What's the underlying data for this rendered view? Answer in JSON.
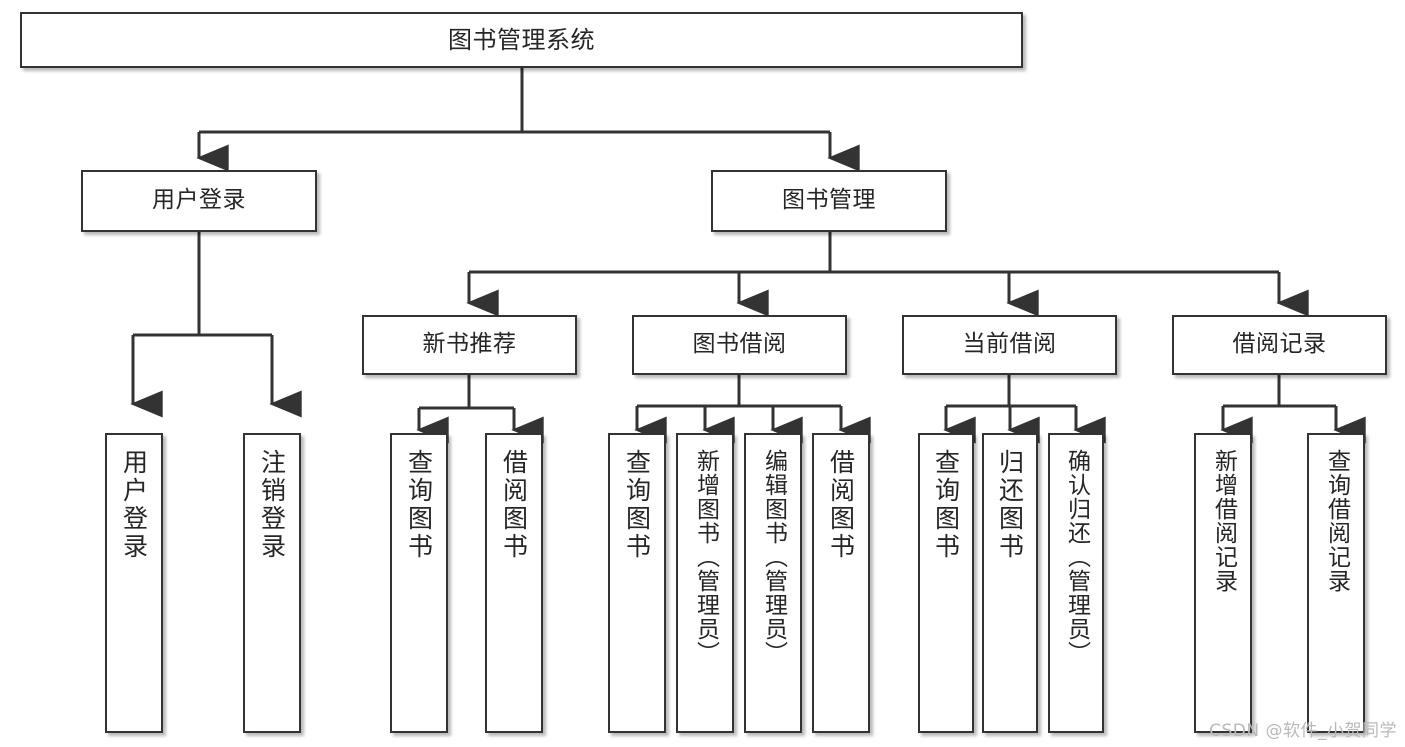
{
  "diagram": {
    "title": "图书管理系统",
    "type": "hierarchy-tree",
    "watermark": "CSDN @软件_小贺同学",
    "colors": {
      "background": "#ffffff",
      "box_border": "#333333",
      "box_fill": "#ffffff",
      "connector": "#333333",
      "text": "#262626",
      "watermark": "#b9b9b9"
    }
  },
  "nodes": {
    "root": {
      "label": "图书管理系统"
    },
    "level2": [
      {
        "label": "用户登录"
      },
      {
        "label": "图书管理"
      }
    ],
    "level3": [
      {
        "label": "新书推荐"
      },
      {
        "label": "图书借阅"
      },
      {
        "label": "当前借阅"
      },
      {
        "label": "借阅记录"
      }
    ],
    "leaves": {
      "user_login": [
        {
          "label": "用户登录"
        },
        {
          "label": "注销登录"
        }
      ],
      "new_book": [
        {
          "label": "查询图书"
        },
        {
          "label": "借阅图书"
        }
      ],
      "book_borrow": [
        {
          "label": "查询图书"
        },
        {
          "label": "新增图书（管理员）"
        },
        {
          "label": "编辑图书（管理员）"
        },
        {
          "label": "借阅图书"
        }
      ],
      "current_borrow": [
        {
          "label": "查询图书"
        },
        {
          "label": "归还图书"
        },
        {
          "label": "确认归还（管理员）"
        }
      ],
      "borrow_record": [
        {
          "label": "新增借阅记录"
        },
        {
          "label": "查询借阅记录"
        }
      ]
    }
  }
}
